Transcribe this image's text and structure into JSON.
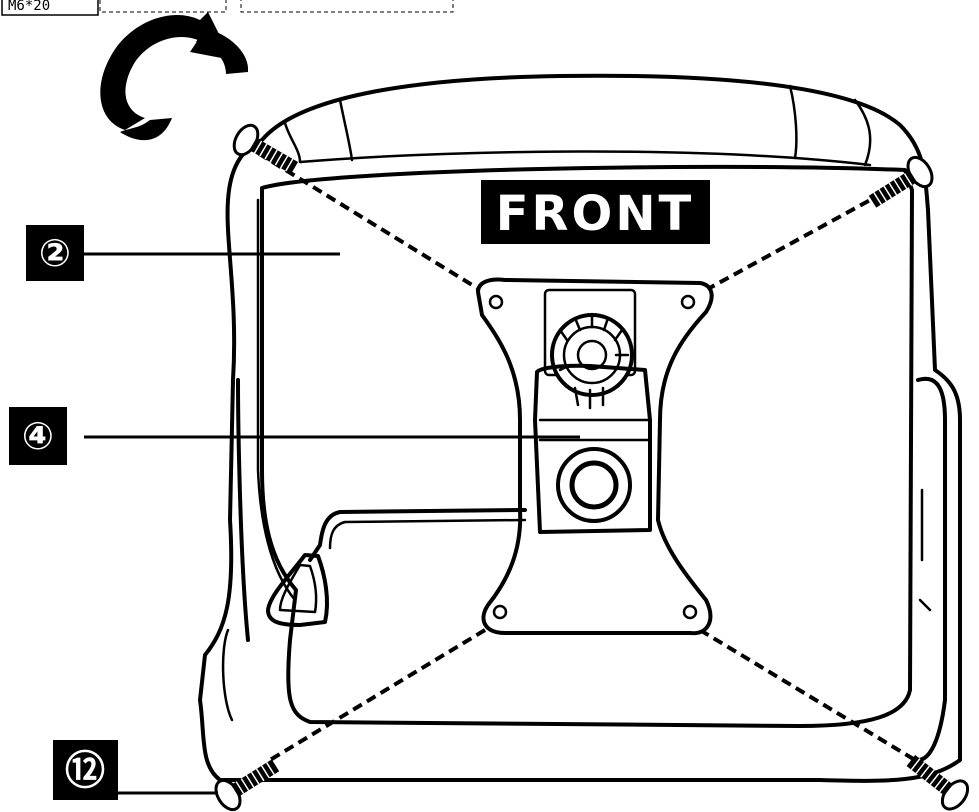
{
  "header": {
    "spec_label": "M6*20"
  },
  "diagram": {
    "front_label": "FRONT",
    "callouts": {
      "seat": "②",
      "mechanism": "④",
      "bolts": "⑫"
    }
  },
  "colors": {
    "ink": "#000000",
    "paper": "#ffffff"
  },
  "icons": [
    "rotate-arrow-icon",
    "bolt-icon"
  ]
}
